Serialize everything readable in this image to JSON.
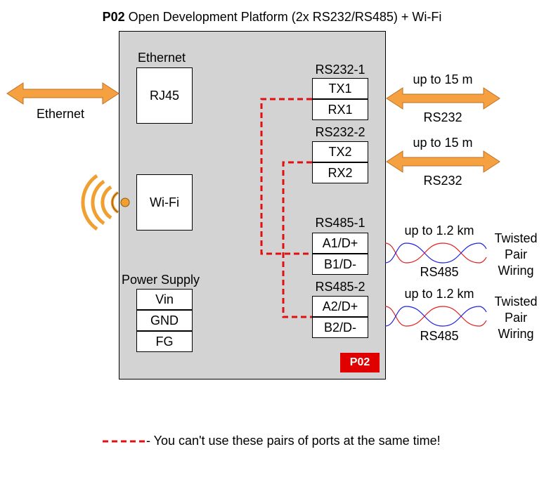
{
  "title": {
    "code": "P02",
    "text": "Open Development Platform (2x RS232/RS485) + Wi-Fi"
  },
  "ethernet": {
    "section_label": "Ethernet",
    "port": "RJ45",
    "arrow_label": "Ethernet"
  },
  "wifi": {
    "module": "Wi-Fi"
  },
  "power": {
    "section_label": "Power Supply",
    "pins": [
      "Vin",
      "GND",
      "FG"
    ]
  },
  "rs232_1": {
    "label": "RS232-1",
    "pins": [
      "TX1",
      "RX1"
    ],
    "distance": "up to 15 m",
    "type": "RS232"
  },
  "rs232_2": {
    "label": "RS232-2",
    "pins": [
      "TX2",
      "RX2"
    ],
    "distance": "up to 15 m",
    "type": "RS232"
  },
  "rs485_1": {
    "label": "RS485-1",
    "pins": [
      "A1/D+",
      "B1/D-"
    ],
    "distance": "up to 1.2 km",
    "type": "RS485",
    "wiring": [
      "Twisted",
      "Pair",
      "Wiring"
    ]
  },
  "rs485_2": {
    "label": "RS485-2",
    "pins": [
      "A2/D+",
      "B2/D-"
    ],
    "distance": "up to 1.2 km",
    "type": "RS485",
    "wiring": [
      "Twisted",
      "Pair",
      "Wiring"
    ]
  },
  "badge": "P02",
  "legend": {
    "text": "- You can't use these pairs of ports at the same time!"
  },
  "colors": {
    "arrow": "#f5a141",
    "dashed": "#e01010",
    "twist_red": "#e02020",
    "twist_blue": "#2020e0",
    "wifi_orange": "#f0a030",
    "badge_red": "#e00000"
  }
}
